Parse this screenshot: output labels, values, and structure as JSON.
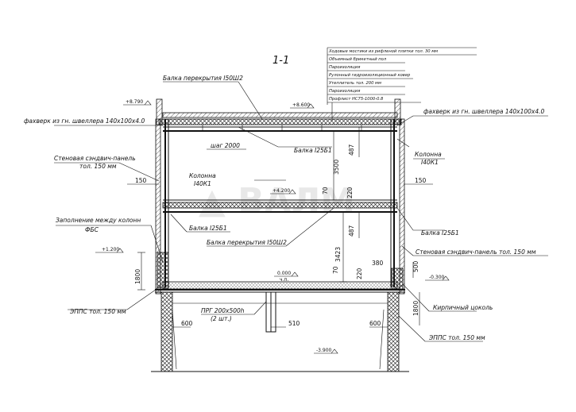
{
  "section_title": "1-1",
  "layers_box": [
    "Ходовые мостики из рифленой плитки тол. 30 мм",
    "Объемный брикетный пол",
    "Пароизоляция",
    "Рулонный гидроизоляционный ковер",
    "Утеплитель тол. 200 мм",
    "Пароизоляция",
    "Профлист НС75-1000-0.8"
  ],
  "elevations": {
    "e7790": "+8.790",
    "e8600": "+8.600",
    "e4200": "+4.200",
    "e1200": "+1.200",
    "e0000": "0.000",
    "e0000_note": "ч.п.",
    "e0300": "-0.300",
    "e3900": "-3.900"
  },
  "labels": {
    "beam_i50_top": "Балка перекрытия I50Ш2",
    "purlin_left": "фахверк из гн. швеллера 140х100х4.0",
    "purlin_right": "фахверк из гн. швеллера 140х100х4.0",
    "step": "шаг 2000",
    "beam_i25_top": "Балка I25Б1",
    "sandwich_left_1": "Стеновая сэндвич-панель",
    "sandwich_left_2": "тол. 150 мм",
    "column_left_1": "Колонна",
    "column_left_2": "I40К1",
    "column_right_1": "Колонна",
    "column_right_2": "I40К1",
    "beam_i25_left": "Балка I25Б1",
    "beam_i25_right": "Балка I25Б1",
    "beam_i50_mid": "Балка перекрытия I50Ш2",
    "fill_1": "Заполнение между колонн",
    "fill_2": "ФБС",
    "sandwich_right": "Стеновая сэндвич-панель тол. 150 мм",
    "eps_left": "ЭППС тол. 150 мм",
    "eps_right": "ЭППС тол. 150 мм",
    "brick_plinth": "Кирпичный цоколь",
    "prg_1": "ПРГ 200х500h",
    "prg_2": "(2 шт.)"
  },
  "dimensions": {
    "d150_left": "150",
    "d150_right": "150",
    "d487_top": "487",
    "d3500": "3500",
    "d70_top": "70",
    "d220_top": "220",
    "d487_mid": "487",
    "d3423": "3423",
    "d70_bot": "70",
    "d220_bot": "220",
    "d380": "380",
    "d500": "500",
    "d1800_left": "1800",
    "d1800_right": "1800",
    "d600_left": "600",
    "d510": "510",
    "d600_right": "600"
  }
}
